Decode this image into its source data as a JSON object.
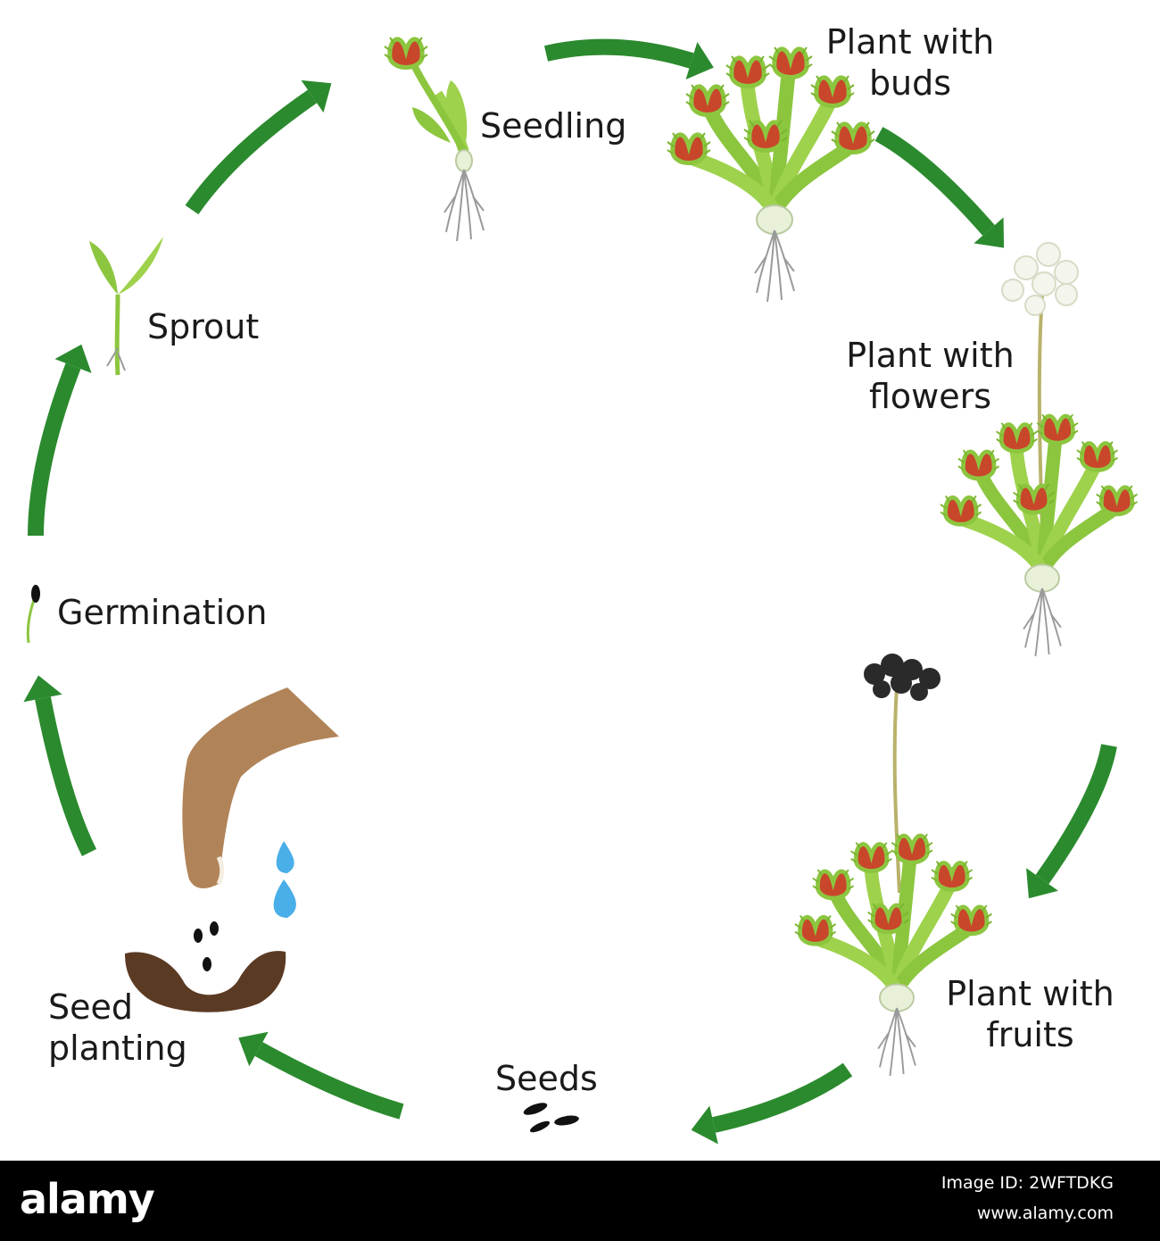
{
  "stages": {
    "seedling": "Seedling",
    "buds": [
      "Plant with",
      "buds"
    ],
    "flowers": [
      "Plant with",
      "flowers"
    ],
    "fruits": [
      "Plant with",
      "fruits"
    ],
    "seeds": "Seeds",
    "planting": [
      "Seed",
      "planting"
    ],
    "germination": "Germination",
    "sprout": "Sprout"
  },
  "footer": {
    "logo": "alamy",
    "image_id": "Image ID: 2WFTDKG",
    "site": "www.alamy.com"
  },
  "colors": {
    "arrow": "#2b8a2e",
    "leaf": "#8cc63f",
    "trap": "#c8462a",
    "root": "#9a9a9a",
    "bulb": "#e8f0d8",
    "water": "#4aaee8",
    "soil": "#5b3a24",
    "hand": "#b08458",
    "footer_bg": "#000000"
  }
}
